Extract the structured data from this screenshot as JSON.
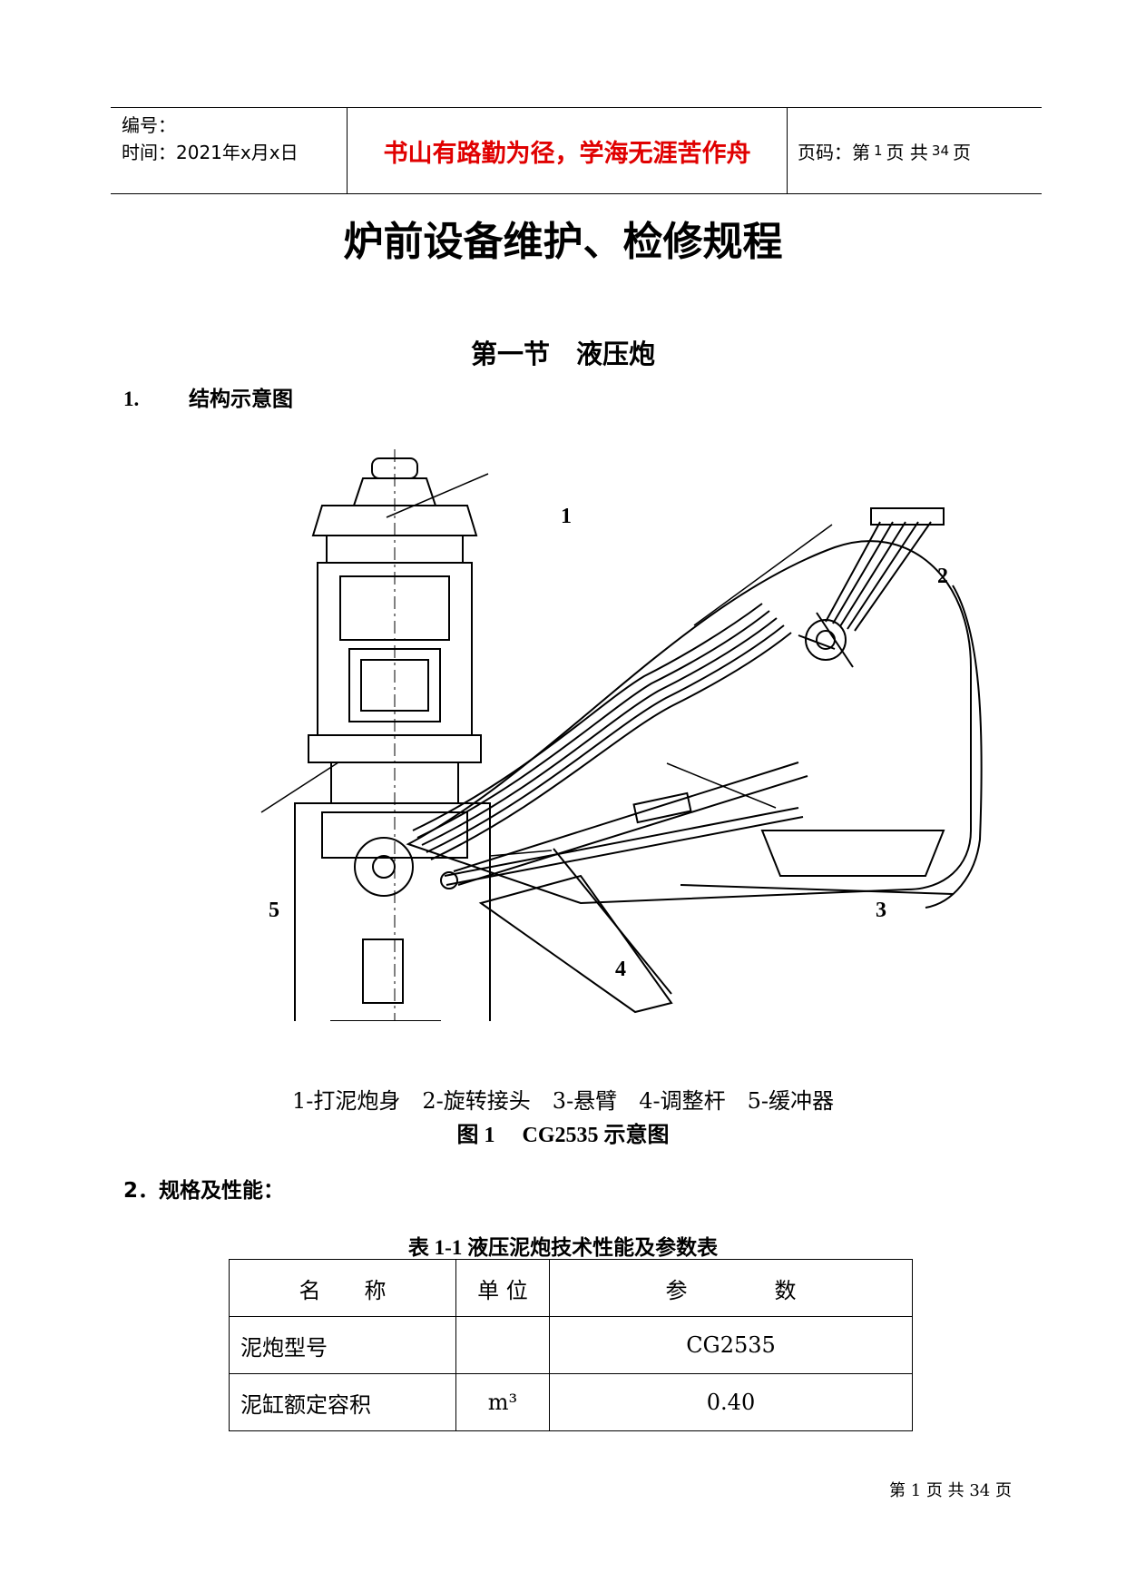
{
  "header": {
    "number_label": "编号：",
    "time_label": "时间：2021年x月x日",
    "motto": "书山有路勤为径，学海无涯苦作舟",
    "page_prefix": "页码：第",
    "page_current": "1",
    "page_mid": "页  共",
    "page_total": "34",
    "page_suffix": "页"
  },
  "title": "炉前设备维护、检修规程",
  "section_title": "第一节　液压炮",
  "item1": {
    "num": "1.",
    "text": "结构示意图"
  },
  "figure": {
    "labels": [
      "1",
      "2",
      "3",
      "4",
      "5"
    ],
    "legend": [
      "1-打泥炮身",
      "2-旋转接头",
      "3-悬臂",
      "4-调整杆",
      "5-缓冲器"
    ],
    "caption": "图 1　 CG2535 示意图"
  },
  "item2": {
    "text": "2．规格及性能："
  },
  "table": {
    "caption": "表 1-1  液压泥炮技术性能及参数表",
    "headers": [
      "名　　称",
      "单 位",
      "参　　　　数"
    ],
    "rows": [
      [
        "泥炮型号",
        "",
        "CG2535"
      ],
      [
        "泥缸额定容积",
        "m³",
        "0.40"
      ]
    ]
  },
  "footer": "第  1  页  共  34  页"
}
